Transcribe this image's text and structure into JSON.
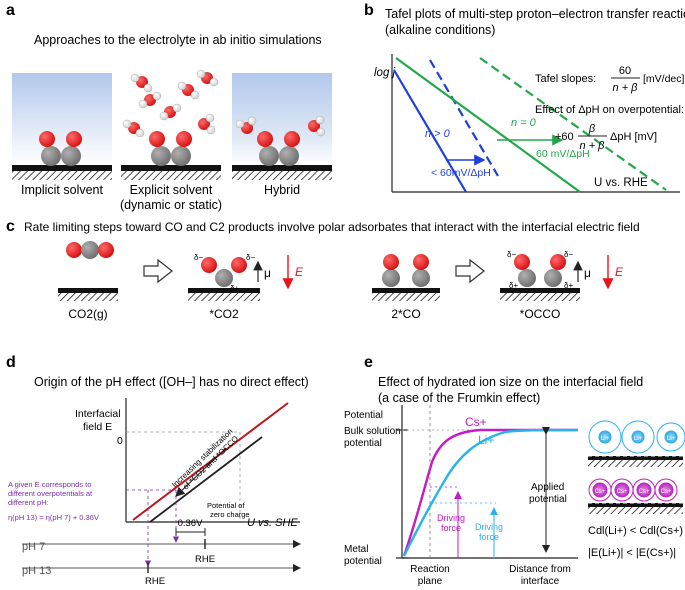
{
  "panels": {
    "a": {
      "label": "a",
      "title": "Approaches to the electrolyte in ab initio simulations",
      "captions": {
        "implicit": "Implicit solvent",
        "explicit_1": "Explicit solvent",
        "explicit_2": "(dynamic or static)",
        "hybrid": "Hybrid"
      }
    },
    "b": {
      "label": "b",
      "title_1": "Tafel plots of multi-step proton–electron transfer reactions",
      "title_2": "(alkaline conditions)",
      "ylabel": "log j",
      "xlabel": "U vs. RHE",
      "slopes_label": "Tafel slopes:",
      "slopes_num": "60",
      "slopes_den": "n + β",
      "slopes_unit": "[mV/dec]",
      "effect_label": "Effect of ΔpH on overpotential:",
      "effect_prefix": "+60",
      "effect_num": "β",
      "effect_den": "n + β",
      "effect_suffix": "ΔpH [mV]",
      "n_pos": "n > 0",
      "n_zero": "n = 0",
      "shift_small": "< 60mV/ΔpH",
      "shift_60": "60 mV/ΔpH"
    },
    "c": {
      "label": "c",
      "title": "Rate limiting steps toward CO and C2 products involve polar adsorbates that interact with the interfacial electric field",
      "co2g": "CO2(g)",
      "co2ads": "*CO2",
      "twoco": "2*CO",
      "occo": "*OCCO",
      "dminus": "δ−",
      "dplus": "δ+",
      "mu": "μ",
      "E": "E"
    },
    "d": {
      "label": "d",
      "title": "Origin of the pH effect ([OH–] has no direct effect)",
      "ylabel_1": "Interfacial",
      "ylabel_2": "field E",
      "zero": "0",
      "note_1": "A given E corresponds to",
      "note_2": "different overpotentials at",
      "note_3": "different pH:",
      "eq": "η(pH 13) = η(pH 7) + 0.36V",
      "arrow_1": "Increasing stabilization",
      "arrow_2": "of *CO2 and *OCCO",
      "pzc_1": "Potential of",
      "pzc_2": "zero charge",
      "xlabel": "U vs. SHE",
      "shift": "0.36V",
      "rhe": "RHE",
      "ph7": "pH 7",
      "ph13": "pH 13"
    },
    "e": {
      "label": "e",
      "title_1": "Effect of hydrated ion size on the interfacial field",
      "title_2": "(a case of the Frumkin effect)",
      "potential": "Potential",
      "bulk_1": "Bulk solution",
      "bulk_2": "potential",
      "metal_1": "Metal",
      "metal_2": "potential",
      "cs": "Cs+",
      "li": "Li+",
      "applied_1": "Applied",
      "applied_2": "potential",
      "driving_1": "Driving",
      "driving_2": "force",
      "reaction_1": "Reaction",
      "reaction_2": "plane",
      "distance_1": "Distance from",
      "distance_2": "interface",
      "ion_li": "Li+",
      "ion_cs": "Cs+",
      "cdl": "Cdl(Li+) < Cdl(Cs+)",
      "efield": "|E(Li+)| < |E(Cs+)|"
    }
  },
  "colors": {
    "red": "#e8141b",
    "blue": "#1f3ee0",
    "green": "#22a84a",
    "crimson": "#c0151d",
    "magenta": "#c41ac8",
    "cyan": "#28b2ee",
    "violet": "#7a2ea8",
    "grey": "#7d7d7d",
    "water": "#bcd2ee"
  }
}
